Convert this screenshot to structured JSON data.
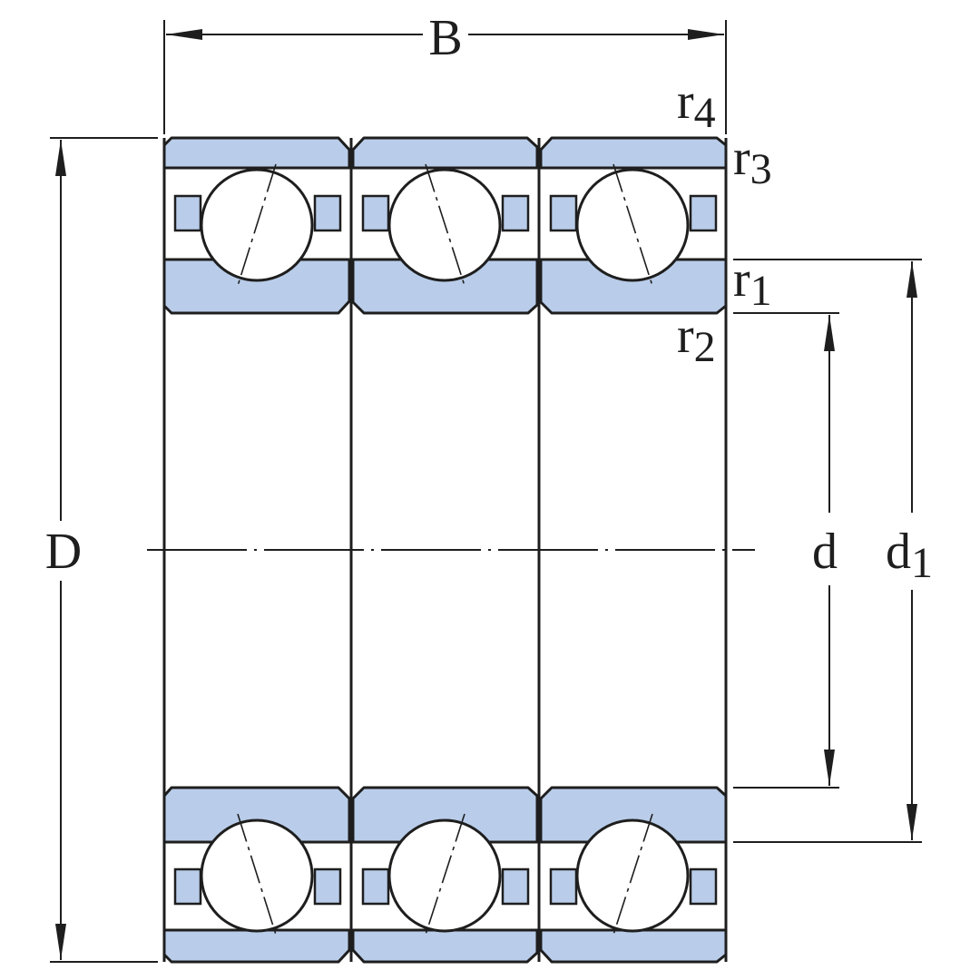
{
  "labels": {
    "B": "B",
    "D": "D",
    "d": "d",
    "d1_main": "d",
    "d1_sub": "1",
    "r1_main": "r",
    "r1_sub": "1",
    "r2_main": "r",
    "r2_sub": "2",
    "r3_main": "r",
    "r3_sub": "3",
    "r4_main": "r",
    "r4_sub": "4"
  },
  "colors": {
    "ring_fill": "#b9cdea",
    "line": "#1e1e1e",
    "background": "#ffffff"
  },
  "bearing": {
    "rows": 3,
    "ball_count_visible": 6
  }
}
